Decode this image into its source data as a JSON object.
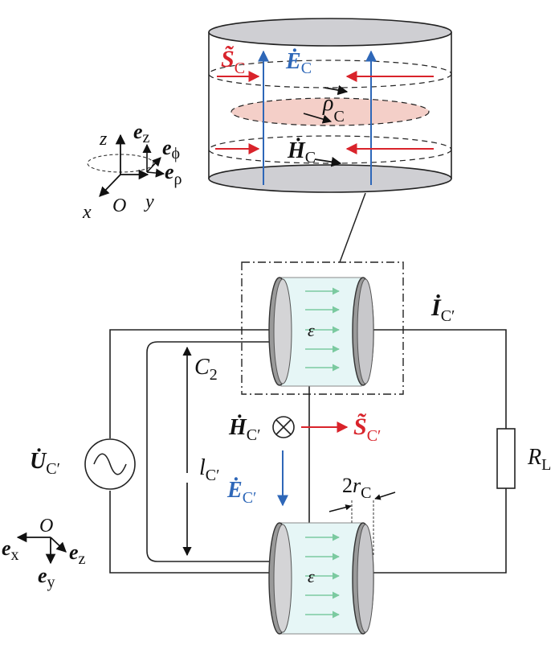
{
  "colors": {
    "wire": "#333333",
    "red": "#d9232b",
    "blue": "#2e67b8",
    "green": "#7bcaa0",
    "pink": "#f4cfc8",
    "gray": "#cfcfd3",
    "cyl_fill": "#e6f6f6"
  },
  "top_cylinder": {
    "S_sym": "S̃",
    "S_sub": "C",
    "E_sym": "Ė",
    "E_sub": "C",
    "rho_sym": "ρ",
    "rho_sub": "C",
    "H_sym": "Ḣ",
    "H_sub": "C"
  },
  "axes3d": {
    "z": "z",
    "x": "x",
    "y": "y",
    "origin": "O",
    "ez_base": "e",
    "ez_sub": "z",
    "ephi_base": "e",
    "ephi_sub": "ϕ",
    "erho_base": "e",
    "erho_sub": "ρ"
  },
  "circuit": {
    "I_sym": "İ",
    "I_sub": "C′",
    "C2_base": "C",
    "C2_sub": "2",
    "eps_top": "ε",
    "eps_bottom": "ε",
    "H_sym": "Ḣ",
    "H_sub": "C′",
    "S_sym": "S̃",
    "S_sub": "C′",
    "l_base": "l",
    "l_sub": "C′",
    "E_sym": "Ė",
    "E_sub": "C′",
    "U_sym": "U̇",
    "U_sub": "C′",
    "R_base": "R",
    "R_sub": "L",
    "r_coef": "2",
    "r_base": "r",
    "r_sub": "C"
  },
  "axes2d": {
    "origin": "O",
    "ex_base": "e",
    "ex_sub": "x",
    "ez_base": "e",
    "ez_sub": "z",
    "ey_base": "e",
    "ey_sub": "y"
  }
}
